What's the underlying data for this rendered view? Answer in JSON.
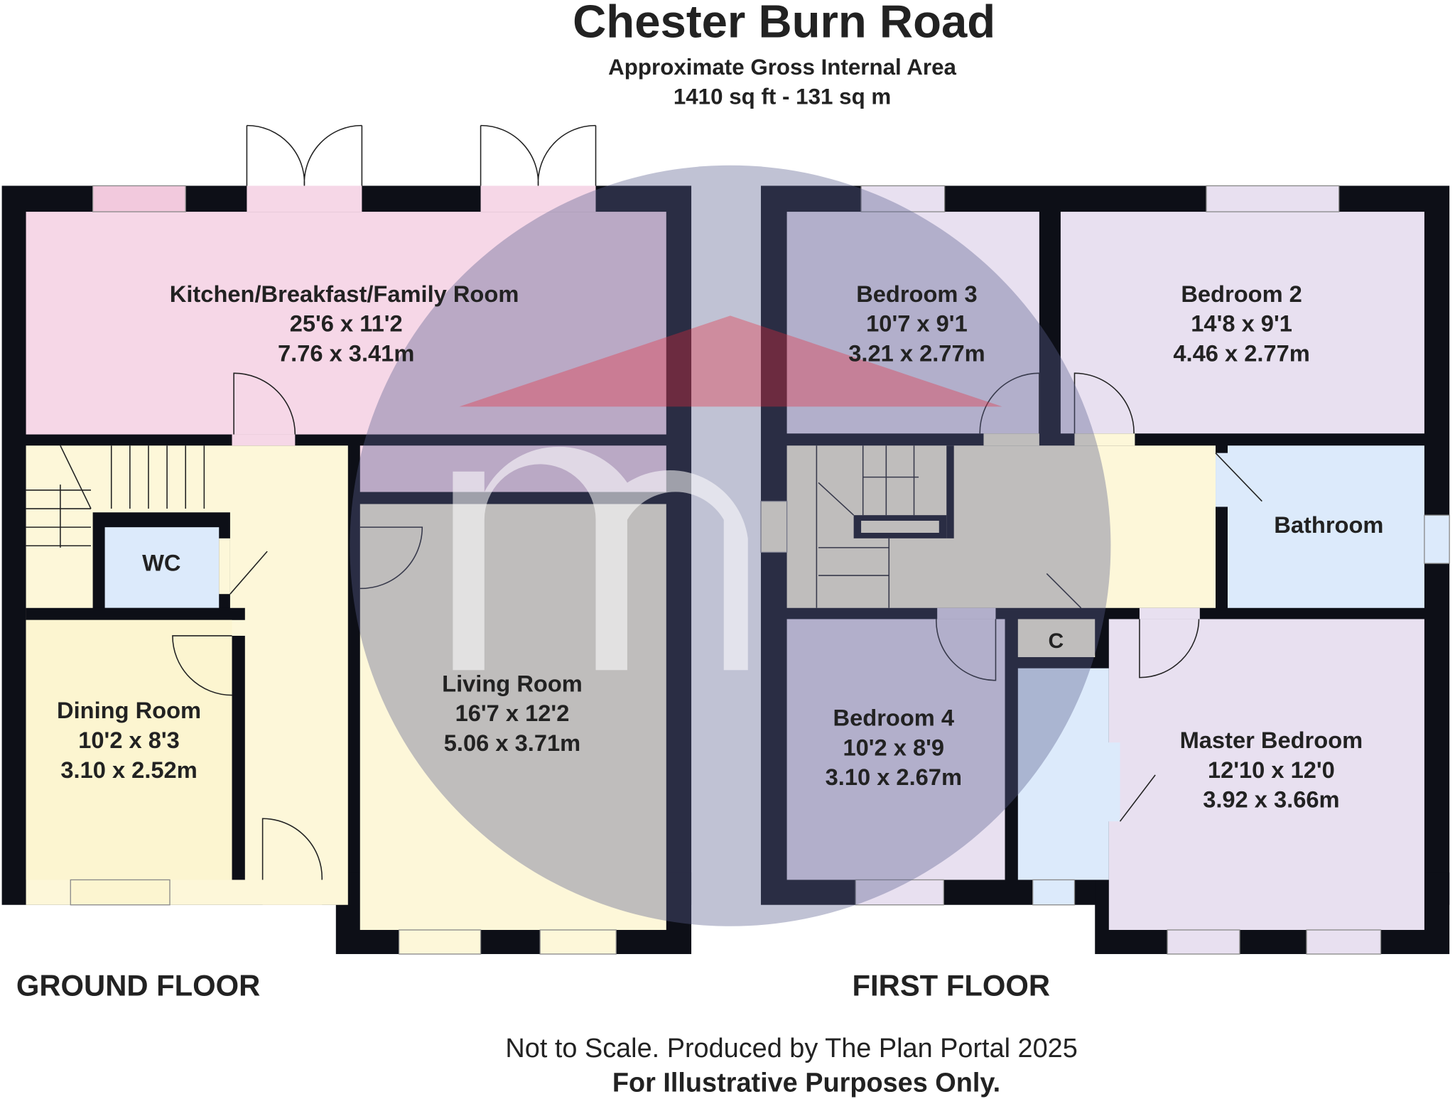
{
  "header": {
    "title": "Chester Burn Road",
    "subtitle": "Approximate Gross Internal Area",
    "area": "1410 sq ft - 131 sq m"
  },
  "ground_floor": {
    "label": "GROUND FLOOR",
    "rooms": [
      {
        "name": "Kitchen/Breakfast/Family Room",
        "imperial": "25'6 x 11'2",
        "metric": "7.76 x 3.41m"
      },
      {
        "name": "Living Room",
        "imperial": "16'7 x 12'2",
        "metric": "5.06 x 3.71m"
      },
      {
        "name": "Dining Room",
        "imperial": "10'2 x 8'3",
        "metric": "3.10 x 2.52m"
      },
      {
        "name": "WC"
      }
    ]
  },
  "first_floor": {
    "label": "FIRST FLOOR",
    "rooms": [
      {
        "name": "Bedroom 3",
        "imperial": "10'7 x 9'1",
        "metric": "3.21 x 2.77m"
      },
      {
        "name": "Bedroom 2",
        "imperial": "14'8 x 9'1",
        "metric": "4.46 x 2.77m"
      },
      {
        "name": "Bathroom"
      },
      {
        "name": "Bedroom 4",
        "imperial": "10'2 x 8'9",
        "metric": "3.10 x 2.67m"
      },
      {
        "name": "Master Bedroom",
        "imperial": "12'10 x 12'0",
        "metric": "3.92 x 3.66m"
      },
      {
        "name": "C"
      }
    ]
  },
  "footer": {
    "disclaimer": "Not to Scale. Produced by The Plan Portal 2025",
    "note": "For Illustrative Purposes Only."
  },
  "colors": {
    "wall": "#0d0f17",
    "pink": "#f6d7e7",
    "yellow": "#fdf7d9",
    "lavender": "#e8e0f0",
    "blue": "#dceafb"
  }
}
